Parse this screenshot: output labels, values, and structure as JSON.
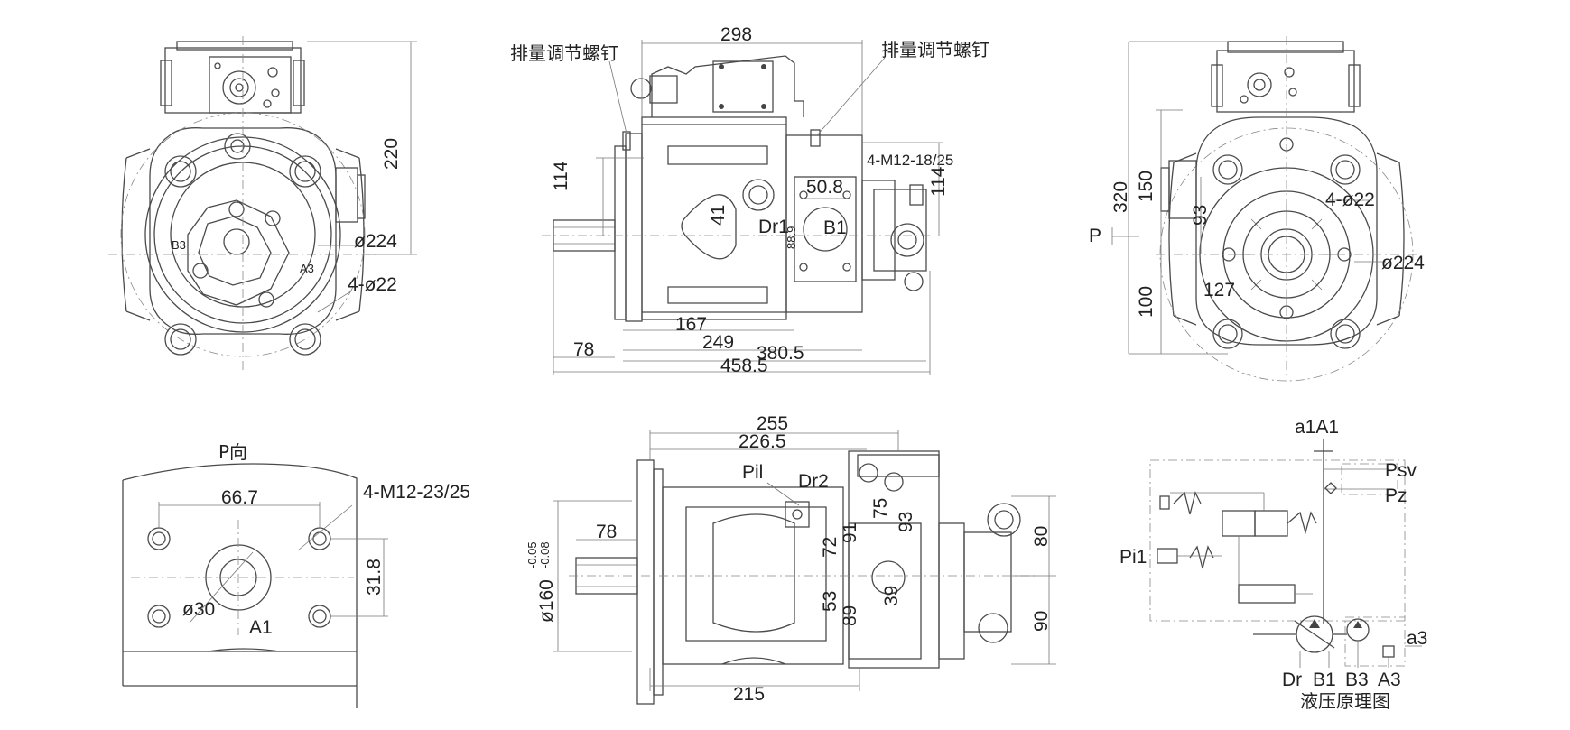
{
  "labels": {
    "screw_left": "排量调节螺钉",
    "screw_right": "排量调节螺钉",
    "p_view": "P向",
    "p_arrow": "P",
    "schematic_title": "液压原理图"
  },
  "dimensions": {
    "front": {
      "height": "220",
      "bore": "ø224",
      "holes": "4-ø22"
    },
    "side": {
      "length_top": "298",
      "thread": "4-M12-18/25",
      "shaft_height": "114",
      "right_height": "114",
      "port_spacing": "50.8",
      "port_offset": "41",
      "port_v": "88.9",
      "shaft_len": "78",
      "d167": "167",
      "d249": "249",
      "d380": "380.5",
      "total": "458.5"
    },
    "rear": {
      "h320": "320",
      "h150": "150",
      "h93": "93",
      "h100": "100",
      "d127": "127",
      "holes": "4-ø22",
      "bore": "ø224"
    },
    "pview": {
      "thread": "4-M12-23/25",
      "spacing": "66.7",
      "height": "31.8",
      "port": "ø30"
    },
    "top": {
      "d255": "255",
      "d226": "226.5",
      "shaft_len": "78",
      "pilot": "ø160",
      "tol_upper": "-0.05",
      "tol_lower": "-0.08",
      "d215": "215",
      "d75": "75",
      "d93": "93",
      "d91": "91",
      "d72": "72",
      "d53": "53",
      "d89": "89",
      "d39": "39",
      "d80": "80",
      "d90": "90"
    }
  },
  "ports": {
    "dr1": "Dr1",
    "b1": "B1",
    "a1": "A1",
    "pil": "Pil",
    "dr2": "Dr2",
    "b3_small": "B3",
    "a3_small": "A3"
  },
  "schematic": {
    "top": "a1A1",
    "psv": "Psv",
    "pz": "Pz",
    "pi1": "Pi1",
    "a3": "a3",
    "dr": "Dr",
    "b1": "B1",
    "b3": "B3",
    "a3_bottom": "A3"
  }
}
